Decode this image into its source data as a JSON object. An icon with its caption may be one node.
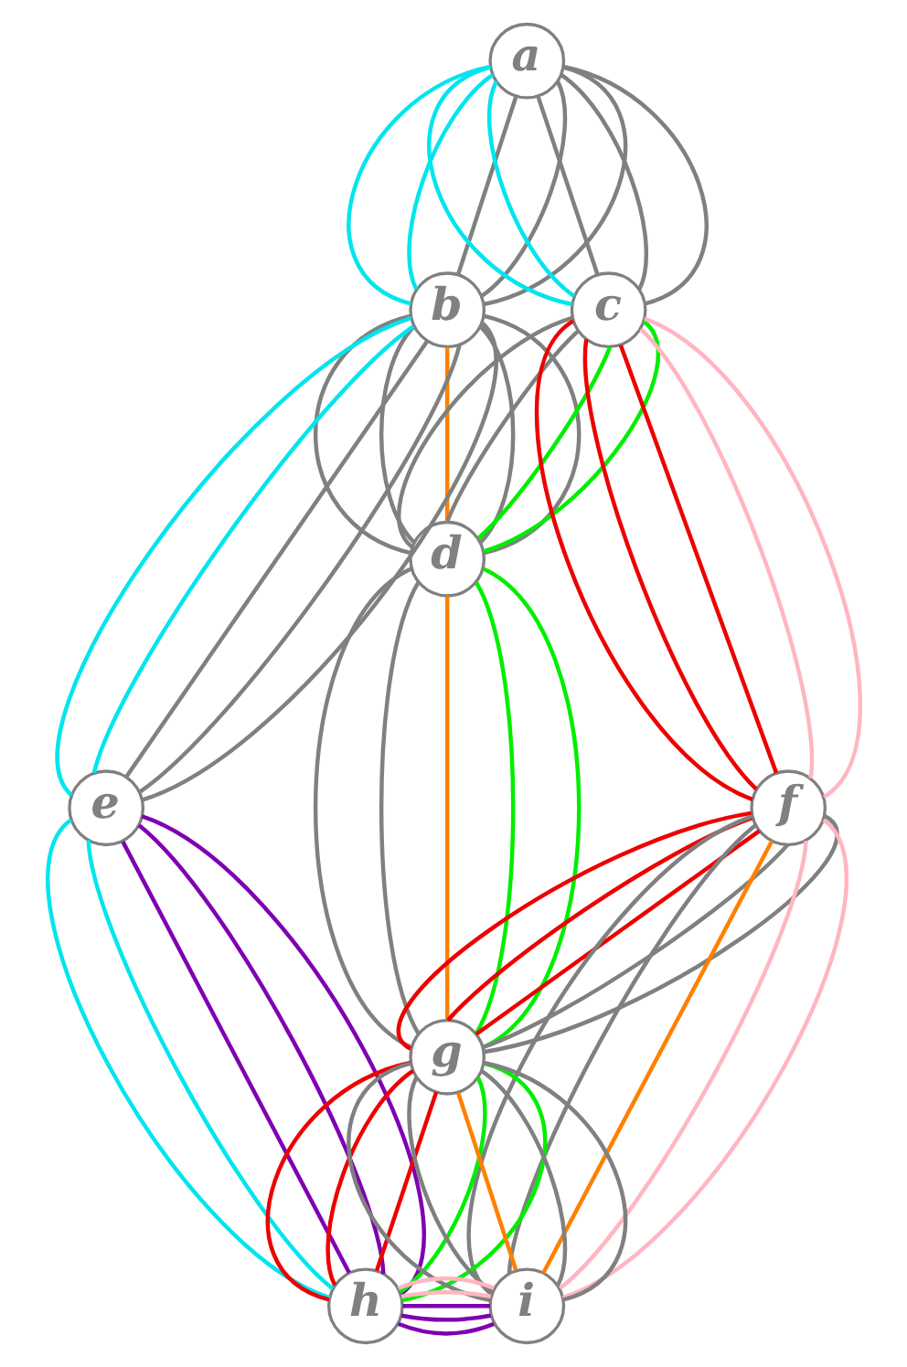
{
  "diagram": {
    "nodes": [
      {
        "text": [
          "a"
        ]
      },
      {
        "text": [
          "b"
        ]
      },
      {
        "text": [
          "c"
        ]
      },
      {
        "text": [
          "d"
        ]
      },
      {
        "text": [
          "e"
        ]
      },
      {
        "text": [
          "f"
        ]
      },
      {
        "text": [
          "g"
        ]
      },
      {
        "text": [
          "h"
        ]
      },
      {
        "text": [
          "i"
        ]
      }
    ],
    "edges": [
      {
        "from": 0,
        "to": 1,
        "arrow": "none",
        "color": "#00e5ee"
      },
      {
        "from": 0,
        "to": 1,
        "arrow": "none",
        "color": "#00e5ee"
      },
      {
        "from": 0,
        "to": 1,
        "arrow": "none"
      },
      {
        "from": 0,
        "to": 1,
        "arrow": "none"
      },
      {
        "from": 0,
        "to": 1,
        "arrow": "none"
      },
      {
        "from": 0,
        "to": 2,
        "arrow": "none",
        "color": "#00e5ee"
      },
      {
        "from": 0,
        "to": 2,
        "arrow": "none",
        "color": "#00e5ee"
      },
      {
        "from": 0,
        "to": 2,
        "arrow": "none"
      },
      {
        "from": 0,
        "to": 2,
        "arrow": "none"
      },
      {
        "from": 0,
        "to": 2,
        "arrow": "none"
      },
      {
        "from": 1,
        "to": 3,
        "arrow": "none"
      },
      {
        "from": 1,
        "to": 3,
        "arrow": "none"
      },
      {
        "from": 1,
        "to": 3,
        "arrow": "none",
        "color": "#ff8000"
      },
      {
        "from": 1,
        "to": 3,
        "arrow": "none"
      },
      {
        "from": 1,
        "to": 3,
        "arrow": "none"
      },
      {
        "from": 2,
        "to": 3,
        "arrow": "none"
      },
      {
        "from": 2,
        "to": 3,
        "arrow": "none"
      },
      {
        "from": 2,
        "to": 3,
        "arrow": "none",
        "color": "#00ee00"
      },
      {
        "from": 2,
        "to": 3,
        "arrow": "none",
        "color": "#00ee00"
      },
      {
        "from": 1,
        "to": 4,
        "arrow": "none",
        "color": "#00e5ee"
      },
      {
        "from": 1,
        "to": 4,
        "arrow": "none",
        "color": "#00e5ee"
      },
      {
        "from": 1,
        "to": 4,
        "arrow": "none"
      },
      {
        "from": 1,
        "to": 4,
        "arrow": "none"
      },
      {
        "from": 1,
        "to": 4,
        "arrow": "none"
      },
      {
        "from": 2,
        "to": 5,
        "arrow": "none",
        "color": "#ee0000"
      },
      {
        "from": 2,
        "to": 5,
        "arrow": "none",
        "color": "#ee0000"
      },
      {
        "from": 2,
        "to": 5,
        "arrow": "none",
        "color": "#ee0000"
      },
      {
        "from": 2,
        "to": 5,
        "arrow": "none",
        "color": "#ffb6c1"
      },
      {
        "from": 2,
        "to": 5,
        "arrow": "none",
        "color": "#ffb6c1"
      },
      {
        "from": 3,
        "to": 6,
        "arrow": "none"
      },
      {
        "from": 3,
        "to": 6,
        "arrow": "none"
      },
      {
        "from": 3,
        "to": 6,
        "arrow": "none",
        "color": "#ff8000"
      },
      {
        "from": 3,
        "to": 6,
        "arrow": "none",
        "color": "#00ee00"
      },
      {
        "from": 3,
        "to": 6,
        "arrow": "none",
        "color": "#00ee00"
      },
      {
        "from": 4,
        "to": 7,
        "arrow": "none",
        "color": "#00e5ee"
      },
      {
        "from": 4,
        "to": 7,
        "arrow": "none",
        "color": "#00e5ee"
      },
      {
        "from": 4,
        "to": 7,
        "arrow": "none",
        "color": "#7f00b2"
      },
      {
        "from": 4,
        "to": 7,
        "arrow": "none",
        "color": "#7f00b2"
      },
      {
        "from": 4,
        "to": 7,
        "arrow": "none",
        "color": "#7f00b2"
      },
      {
        "from": 5,
        "to": 6,
        "arrow": "none",
        "color": "#ee0000"
      },
      {
        "from": 5,
        "to": 6,
        "arrow": "none",
        "color": "#ee0000"
      },
      {
        "from": 5,
        "to": 6,
        "arrow": "none",
        "color": "#ee0000"
      },
      {
        "from": 5,
        "to": 6,
        "arrow": "none"
      },
      {
        "from": 5,
        "to": 6,
        "arrow": "none"
      },
      {
        "from": 5,
        "to": 8,
        "arrow": "none"
      },
      {
        "from": 5,
        "to": 8,
        "arrow": "none"
      },
      {
        "from": 5,
        "to": 8,
        "arrow": "none",
        "color": "#ff8000"
      },
      {
        "from": 5,
        "to": 8,
        "arrow": "none",
        "color": "#ffb6c1"
      },
      {
        "from": 5,
        "to": 8,
        "arrow": "none",
        "color": "#ffb6c1"
      },
      {
        "from": 6,
        "to": 7,
        "arrow": "none",
        "color": "#ee0000"
      },
      {
        "from": 6,
        "to": 7,
        "arrow": "none",
        "color": "#ee0000"
      },
      {
        "from": 6,
        "to": 7,
        "arrow": "none",
        "color": "#ee0000"
      },
      {
        "from": 6,
        "to": 7,
        "arrow": "none",
        "color": "#00ee00"
      },
      {
        "from": 6,
        "to": 7,
        "arrow": "none",
        "color": "#00ee00"
      },
      {
        "from": 6,
        "to": 8,
        "arrow": "none"
      },
      {
        "from": 6,
        "to": 8,
        "arrow": "none"
      },
      {
        "from": 6,
        "to": 8,
        "arrow": "none",
        "color": "#ff8000"
      },
      {
        "from": 6,
        "to": 8,
        "arrow": "none"
      },
      {
        "from": 6,
        "to": 8,
        "arrow": "none"
      },
      {
        "from": 7,
        "to": 8,
        "arrow": "none",
        "color": "#7f00b2"
      },
      {
        "from": 7,
        "to": 8,
        "arrow": "none",
        "color": "#7f00b2"
      },
      {
        "from": 7,
        "to": 8,
        "arrow": "none",
        "color": "#7f00b2"
      },
      {
        "from": 7,
        "to": 8,
        "arrow": "none",
        "color": "#ffb6c1"
      },
      {
        "from": 7,
        "to": 8,
        "arrow": "none",
        "color": "#ffb6c1"
      }
    ]
  }
}
